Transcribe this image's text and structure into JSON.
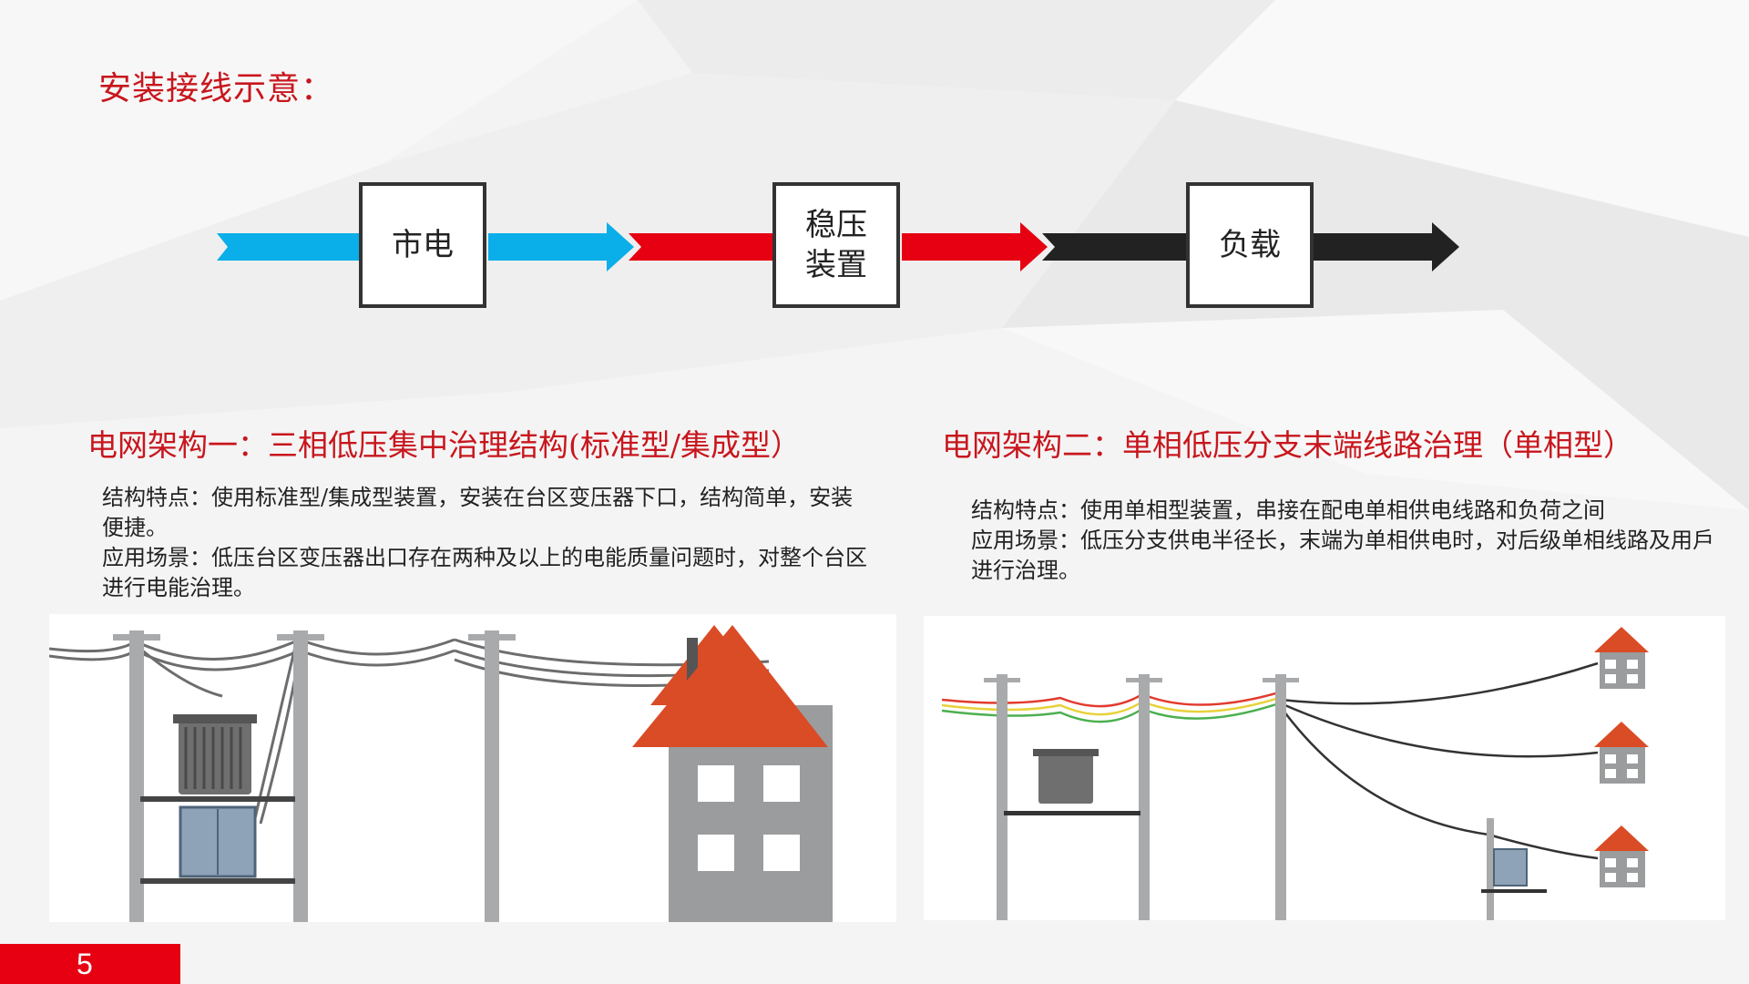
{
  "slide": {
    "title": "安装接线示意：",
    "page_number": "5"
  },
  "flow": {
    "box1": "市电",
    "box2": "稳压装置",
    "box3": "负载",
    "colors": {
      "segment1": "#0aaee8",
      "segment2": "#e60012",
      "segment3": "#222222"
    }
  },
  "section1": {
    "title": "电网架构一：三相低压集中治理结构(标准型/集成型）",
    "line1": "结构特点：使用标准型/集成型装置，安装在台区变压器下口，结构简单，安装便捷。",
    "line2": "应用场景：低压台区变压器出口存在两种及以上的电能质量问题时，对整个台区进行电能治理。"
  },
  "section2": {
    "title": "电网架构二：单相低压分支末端线路治理（单相型）",
    "line1": "结构特点：使用单相型装置，串接在配电单相供电线路和负荷之间",
    "line2": "应用场景：低压分支供电半径长，末端为单相供电时，对后级单相线路及用戶进行治理。"
  },
  "icons": {
    "illustration1": "utility-poles-transformer-house",
    "illustration2": "utility-poles-single-phase-houses"
  }
}
